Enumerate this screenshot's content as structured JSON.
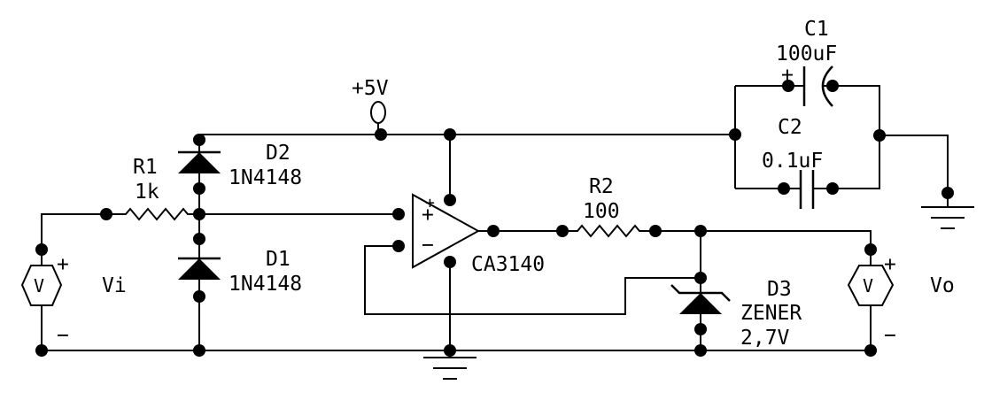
{
  "labels": {
    "supply": "+5V",
    "r1_ref": "R1",
    "r1_value": "1k",
    "d2_ref": "D2",
    "d2_part": "1N4148",
    "d1_ref": "D1",
    "d1_part": "1N4148",
    "opamp_part": "CA3140",
    "opamp_plus": "+",
    "opamp_minus": "−",
    "r2_ref": "R2",
    "r2_value": "100",
    "d3_ref": "D3",
    "d3_type": "ZENER",
    "d3_voltage": "2,7V",
    "c1_ref": "C1",
    "c1_value": "100uF",
    "c1_plus": "+",
    "c2_ref": "C2",
    "c2_value": "0.1uF",
    "vi_label": "Vi",
    "vo_label": "Vo",
    "meter_symbol": "V",
    "vi_plus": "+",
    "vi_minus": "−",
    "vo_plus": "+",
    "vo_minus": "−"
  }
}
